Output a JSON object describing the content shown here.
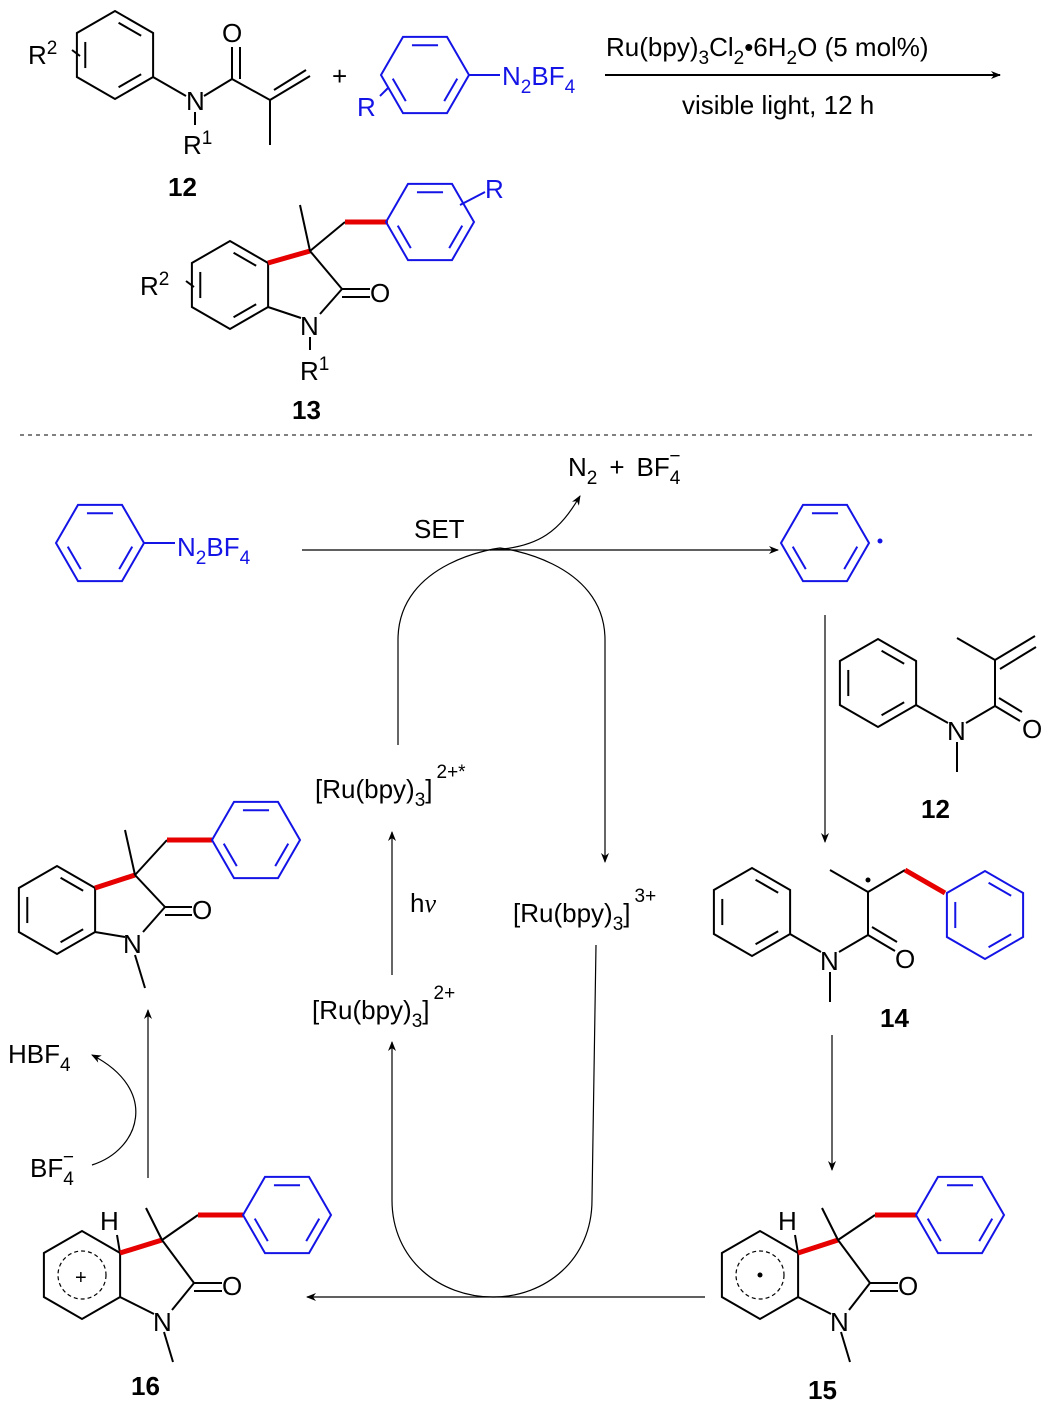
{
  "top_reaction": {
    "compound_12": {
      "r2": "R",
      "r2_sup": "2",
      "n": "N",
      "o": "O",
      "r1": "R",
      "r1_sup": "1",
      "label": "12"
    },
    "plus": "+",
    "diazonium": {
      "r": "R",
      "n": "N",
      "n_sub": "2",
      "bf": "BF",
      "bf_sub": "4"
    },
    "conditions": {
      "catalyst": [
        "Ru(bpy)",
        "3",
        "Cl",
        "2",
        "•6H",
        "2",
        "O (5 mol%)"
      ],
      "light": "visible light, 12 h"
    },
    "compound_13": {
      "r2": "R",
      "r2_sup": "2",
      "r": "R",
      "o": "O",
      "n": "N",
      "r1": "R",
      "r1_sup": "1",
      "label": "13"
    }
  },
  "mechanism": {
    "diazonium": {
      "n": "N",
      "n_sub": "2",
      "bf": "BF",
      "bf_sub": "4"
    },
    "set_label": "SET",
    "byproducts": {
      "n": "N",
      "n_sub": "2",
      "plus": "+",
      "bf": "BF",
      "bf_sub": "4",
      "bf_sup": "−"
    },
    "ru_excited": [
      "[Ru(bpy)",
      "3",
      "]",
      "2+*"
    ],
    "ru_oxidized": [
      "[Ru(bpy)",
      "3",
      "]",
      "3+"
    ],
    "ru_ground": [
      "[Ru(bpy)",
      "3",
      "]",
      "2+"
    ],
    "hv": [
      "h",
      "ν"
    ],
    "compound_12": {
      "n": "N",
      "o": "O",
      "label": "12"
    },
    "compound_14": {
      "n": "N",
      "o": "O",
      "label": "14"
    },
    "compound_15": {
      "h": "H",
      "n": "N",
      "o": "O",
      "label": "15"
    },
    "compound_16": {
      "h": "H",
      "n": "N",
      "o": "O",
      "charge": "+",
      "label": "16"
    },
    "product": {
      "n": "N",
      "o": "O"
    },
    "hbf4": {
      "text": "HBF",
      "sub": "4"
    },
    "bf4_anion": {
      "text": "BF",
      "sub": "4",
      "sup": "−"
    }
  },
  "colors": {
    "reagent": "#1414e6",
    "new_bond": "#e60000"
  }
}
